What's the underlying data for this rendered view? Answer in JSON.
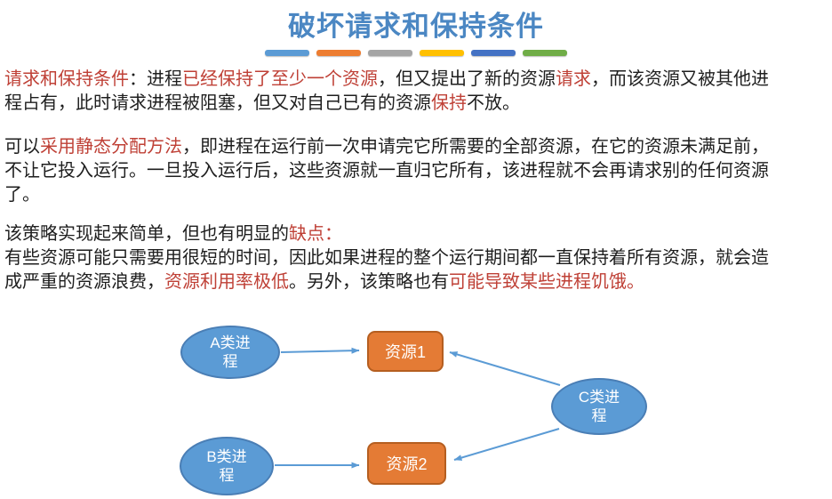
{
  "title": "破坏请求和保持条件",
  "divider_colors": [
    "#5B9BD5",
    "#ED7D31",
    "#A5A5A5",
    "#FFC000",
    "#4472C4",
    "#70AD47"
  ],
  "colors": {
    "title_blue": "#4B87C3",
    "body_text": "#1E1E1E",
    "emphasis_red": "#BF4036",
    "process_fill": "#5B9BD5",
    "process_border": "#4A7EB5",
    "resource_fill": "#E47B35",
    "resource_border": "#B55E20",
    "arrow": "#5B9BD5"
  },
  "paragraphs": [
    {
      "segments": [
        {
          "text": "请求和保持条件",
          "color": "red"
        },
        {
          "text": "：进程",
          "color": "black"
        },
        {
          "text": "已经保持了至少一个资源",
          "color": "red"
        },
        {
          "text": "，但又提出了新的资源",
          "color": "black"
        },
        {
          "text": "请求",
          "color": "red"
        },
        {
          "text": "，而该资源又被其他进\n程占有，此时请求进程被阻塞，但又对自己已有的资源",
          "color": "black"
        },
        {
          "text": "保持",
          "color": "red"
        },
        {
          "text": "不放。",
          "color": "black"
        }
      ]
    },
    {
      "segments": [
        {
          "text": "可以",
          "color": "black"
        },
        {
          "text": "采用静态分配方法",
          "color": "red"
        },
        {
          "text": "，即进程在运行前一次申请完它所需要的全部资源，在它的资源未满足前，\n不让它投入运行。一旦投入运行后，这些资源就一直归它所有，该进程就不会再请求别的任何资源\n了。",
          "color": "black"
        }
      ]
    },
    {
      "segments": [
        {
          "text": "该策略实现起来简单，但也有明显的",
          "color": "black"
        },
        {
          "text": "缺点：",
          "color": "red"
        }
      ]
    },
    {
      "segments": [
        {
          "text": "有些资源可能只需要用很短的时间，因此如果进程的整个运行期间都一直保持着所有资源，就会造\n成严重的资源浪费，",
          "color": "black"
        },
        {
          "text": "资源利用率极低",
          "color": "red"
        },
        {
          "text": "。另外，该策略也有",
          "color": "black"
        },
        {
          "text": "可能导致某些进程饥饿。",
          "color": "red"
        }
      ]
    }
  ],
  "diagram": {
    "nodes": {
      "procA": {
        "label": "A类进程",
        "line1": "A类进",
        "line2": "程"
      },
      "procB": {
        "label": "B类进程",
        "line1": "B类进",
        "line2": "程"
      },
      "procC": {
        "label": "C类进程",
        "line1": "C类进",
        "line2": "程"
      },
      "res1": {
        "label": "资源1"
      },
      "res2": {
        "label": "资源2"
      }
    },
    "edges": [
      {
        "from": "A类进程",
        "to": "资源1"
      },
      {
        "from": "B类进程",
        "to": "资源2"
      },
      {
        "from": "C类进程",
        "to": "资源1"
      },
      {
        "from": "C类进程",
        "to": "资源2"
      }
    ]
  }
}
